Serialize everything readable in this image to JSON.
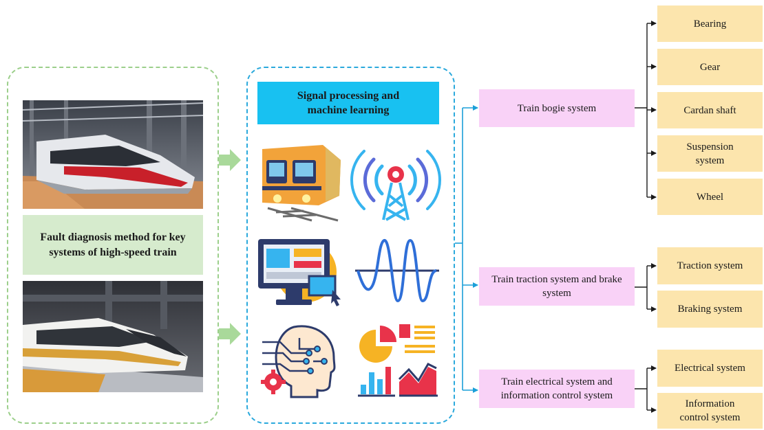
{
  "diagram": {
    "center_label": "Fault diagnosis method for key systems of high-speed train",
    "method_label": "Signal processing and machine learning",
    "systems": [
      {
        "label": "Train bogie system",
        "components": [
          "Bearing",
          "Gear",
          "Cardan shaft",
          "Suspension system",
          "Wheel"
        ]
      },
      {
        "label": "Train traction system and brake system",
        "components": [
          "Traction system",
          "Braking system"
        ]
      },
      {
        "label": "Train electrical system and information control system",
        "components": [
          "Electrical system",
          "Information control system"
        ]
      }
    ],
    "icons": [
      "train-icon",
      "signal-tower-icon",
      "computer-monitor-icon",
      "sine-wave-icon",
      "ai-head-icon",
      "analytics-charts-icon"
    ],
    "photos": [
      "high-speed-train-photo-red",
      "high-speed-train-photo-gold"
    ]
  },
  "colors": {
    "left_border": "#9ccf8b",
    "left_box": "#d6ebcd",
    "mid_border": "#2aa9dc",
    "mid_box": "#18c1f1",
    "system_box": "#f9d2f7",
    "component_box": "#fce5ad",
    "connector": "#1a9fd8",
    "tree_line": "#1a1a1a"
  }
}
